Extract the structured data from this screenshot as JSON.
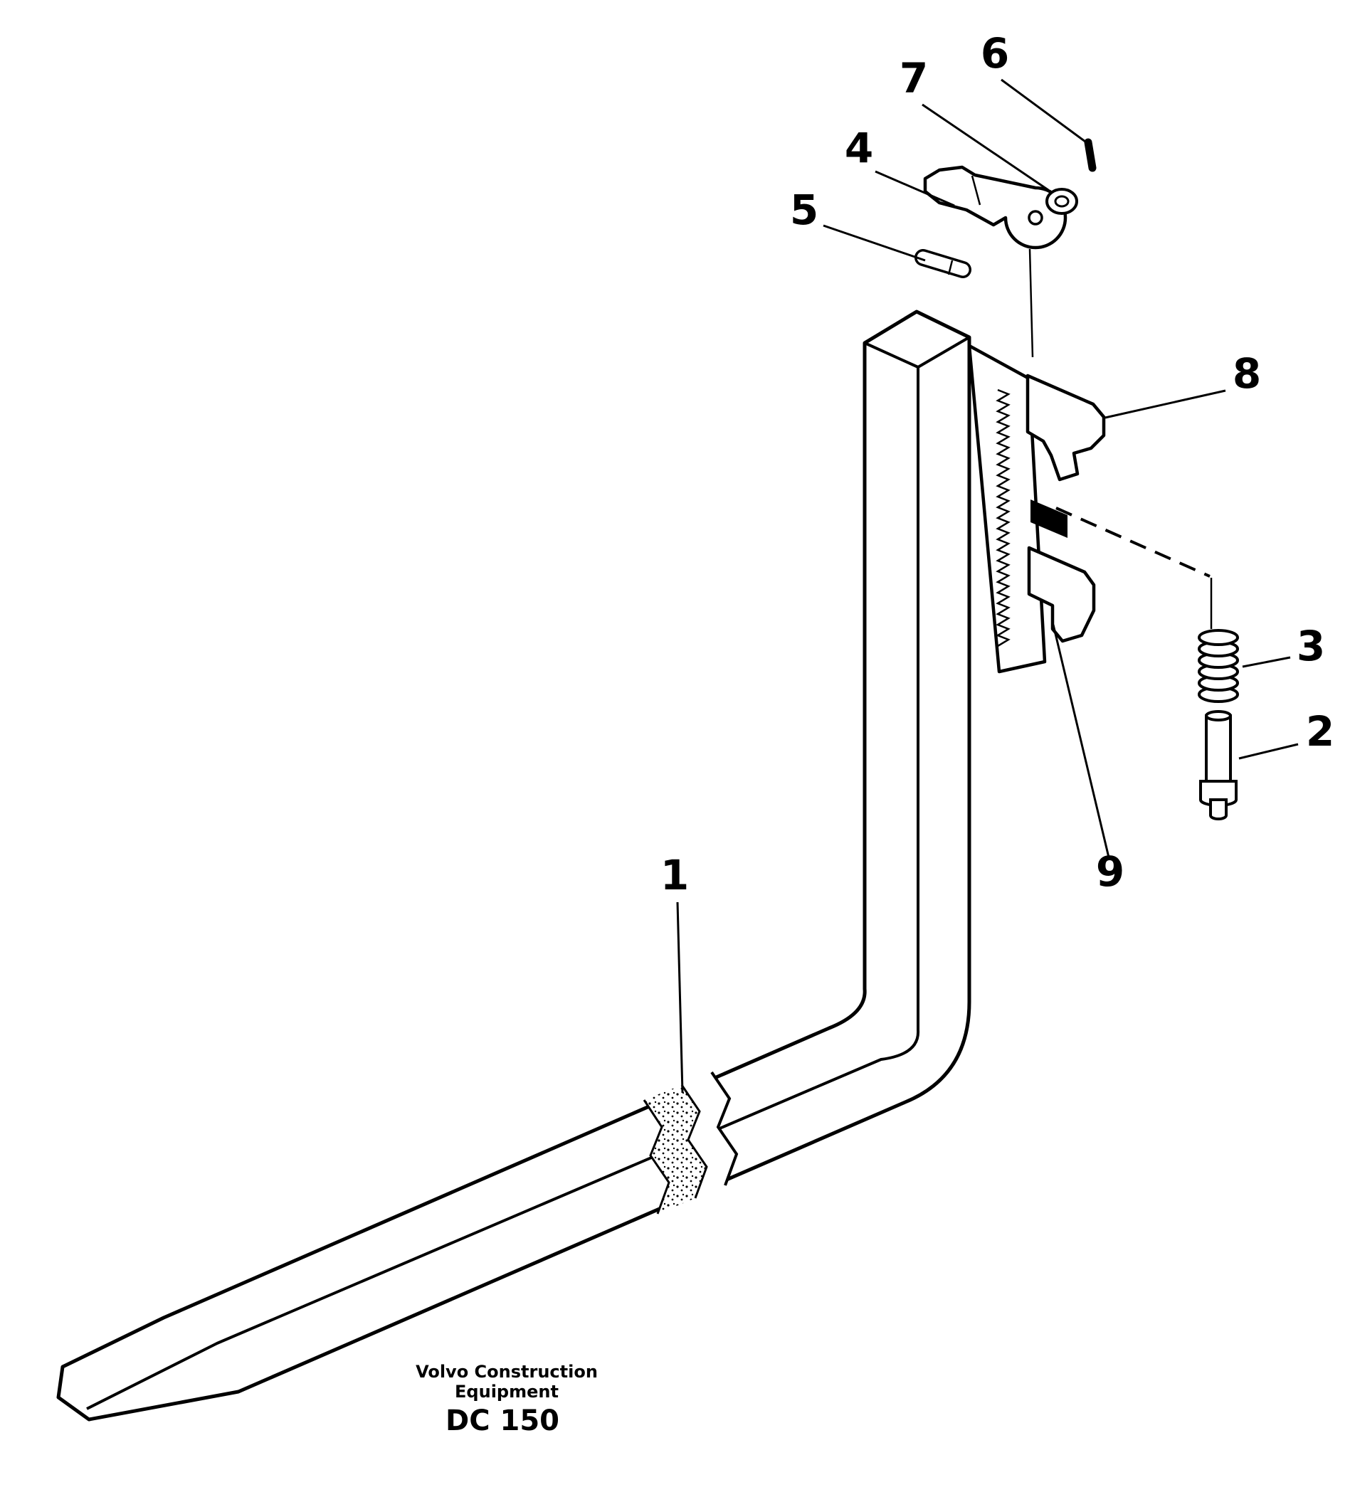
{
  "diagram": {
    "background": "#ffffff",
    "line_color": "#000000",
    "part_labels": [
      "1",
      "2",
      "3",
      "4",
      "5",
      "6",
      "7",
      "8",
      "9"
    ],
    "footer": {
      "brand_line1": "Volvo Construction",
      "brand_line2": "Equipment",
      "figure_code": "DC 150"
    }
  }
}
